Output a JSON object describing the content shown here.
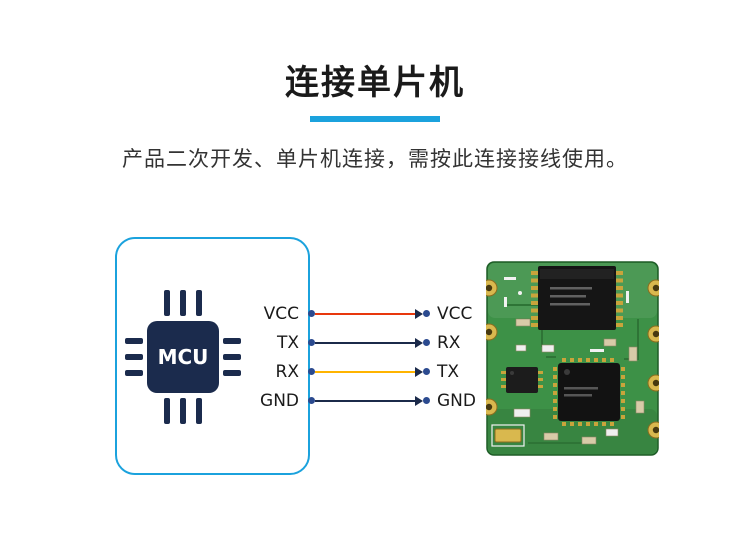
{
  "page": {
    "title": "连接单片机",
    "subtitle": "产品二次开发、单片机连接，需按此连接接线使用。"
  },
  "colors": {
    "accent": "#1ba2dd",
    "chip": "#1b2b4d",
    "dot": "#2b4a8f",
    "arrow": "#1b2a4a",
    "pcb_green": "#3d9147"
  },
  "mcu": {
    "label": "MCU"
  },
  "wiring": {
    "rows": [
      {
        "left": "VCC",
        "right": "VCC",
        "color": "#e8380d"
      },
      {
        "left": "TX",
        "right": "RX",
        "color": "#1b2a4a"
      },
      {
        "left": "RX",
        "right": "TX",
        "color": "#ffb400"
      },
      {
        "left": "GND",
        "right": "GND",
        "color": "#1b2a4a"
      }
    ]
  },
  "icons": {
    "mcu": "mcu-chip-icon",
    "module": "pcb-module-photo"
  }
}
